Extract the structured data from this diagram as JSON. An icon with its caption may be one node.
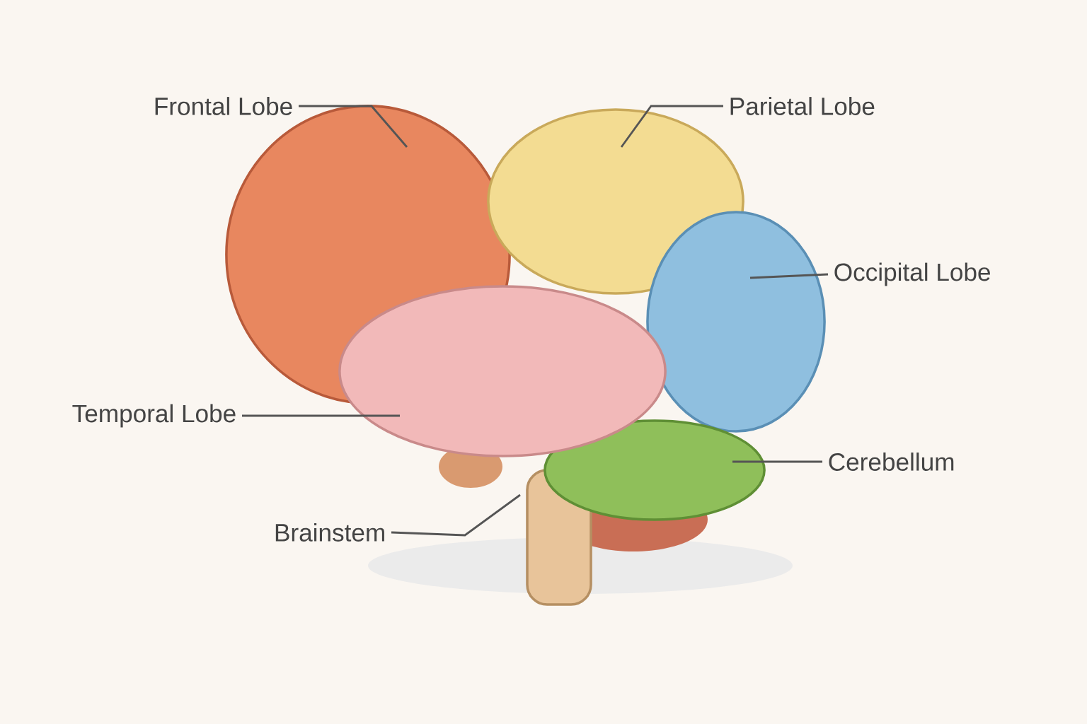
{
  "diagram": {
    "nodes": [
      {
        "text": [
          "Frontal Lobe"
        ]
      },
      {
        "text": [
          "Parietal Lobe"
        ]
      },
      {
        "text": [
          "Occipital Lobe"
        ]
      },
      {
        "text": [
          "Temporal Lobe"
        ]
      },
      {
        "text": [
          "Cerebellum"
        ]
      },
      {
        "text": [
          "Brainstem"
        ]
      },
      {
        "text": [],
        "shape": "ellipse"
      },
      {
        "text": [],
        "shape": "ellipse"
      },
      {
        "text": [],
        "shape": "ellipse"
      },
      {
        "text": [],
        "shape": "ellipse"
      },
      {
        "text": [],
        "shape": "ellipse"
      },
      {
        "text": [],
        "shape": "box"
      }
    ],
    "edges": [
      {
        "from": 0,
        "to": 6,
        "arrow": "none"
      },
      {
        "from": 1,
        "to": 7,
        "arrow": "none"
      },
      {
        "from": 2,
        "to": 8,
        "arrow": "none"
      },
      {
        "from": 3,
        "to": 9,
        "arrow": "none"
      },
      {
        "from": 4,
        "to": 10,
        "arrow": "none"
      },
      {
        "from": 5,
        "to": 11,
        "arrow": "none"
      }
    ]
  }
}
